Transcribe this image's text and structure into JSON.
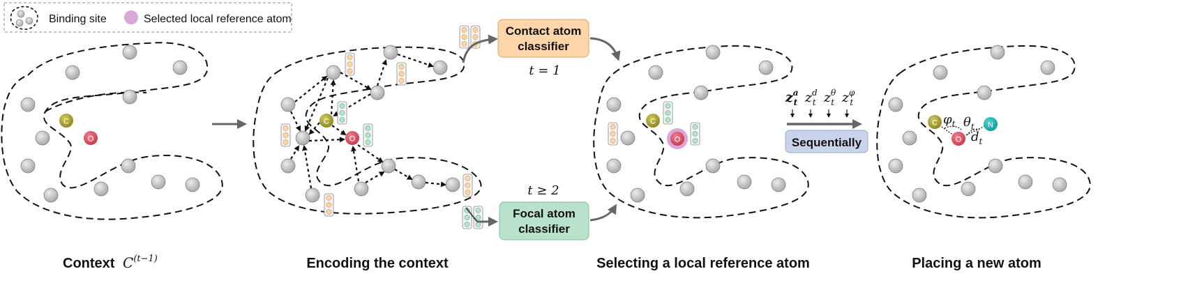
{
  "legend": {
    "binding_site": "Binding site",
    "selected_atom": "Selected local reference atom"
  },
  "atoms": {
    "c": "C",
    "o": "O",
    "n": "N"
  },
  "boxes": {
    "contact": [
      "Contact atom",
      "classifier"
    ],
    "focal": [
      "Focal atom",
      "classifier"
    ],
    "sequential": "Sequentially"
  },
  "conditions": {
    "first": "t = 1",
    "later": "t ≥ 2"
  },
  "latents": {
    "za": {
      "base": "z",
      "sup": "a",
      "sub": "t"
    },
    "zd": {
      "base": "z",
      "sup": "d",
      "sub": "t"
    },
    "zt": {
      "base": "z",
      "sup": "θ",
      "sub": "t"
    },
    "zp": {
      "base": "z",
      "sup": "φ",
      "sub": "t"
    }
  },
  "geometry_labels": {
    "phi": {
      "base": "φ",
      "sub": "t"
    },
    "theta": {
      "base": "θ",
      "sub": "t"
    },
    "dist": {
      "base": "d",
      "sub": "t"
    }
  },
  "captions": {
    "context_prefix": "Context",
    "context_symbol": "C",
    "context_sup": "(t−1)",
    "encoding": "Encoding the context",
    "selecting": "Selecting a local reference atom",
    "placing": "Placing a new atom"
  },
  "colors": {
    "gray_atom": "#c4c4c4",
    "carbon": "#a9a234",
    "oxygen": "#e25468",
    "nitrogen": "#1fb4b4",
    "highlight": "#d9a6d6",
    "contact_fill": "#fdd5a9",
    "focal_fill": "#b9e2cd",
    "seq_fill": "#c9d3ea",
    "arrow": "#666666"
  }
}
